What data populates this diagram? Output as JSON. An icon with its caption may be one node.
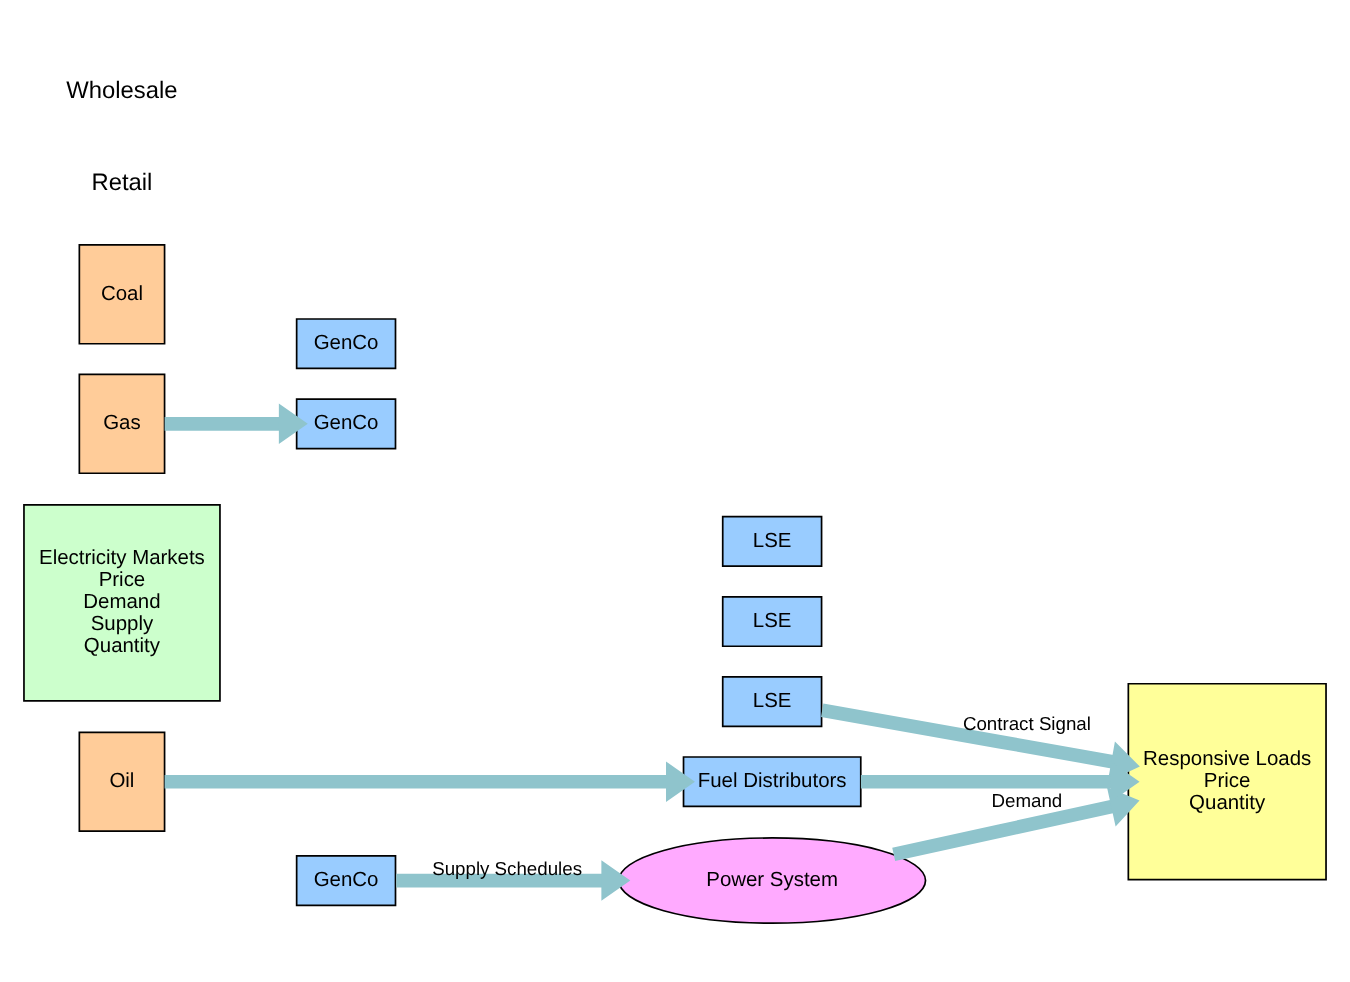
{
  "diagram": {
    "nodes": [
      {
        "text": [
          "Power System"
        ]
      },
      {
        "text": [
          "Responsive Loads",
          "Price",
          "Quantity"
        ]
      },
      {
        "text": [
          "LSE"
        ]
      },
      {
        "text": [
          "LSE"
        ]
      },
      {
        "text": [
          "LSE"
        ]
      },
      {
        "text": [
          "Electricity Markets",
          "Price",
          "Demand",
          "Supply",
          "Quantity"
        ]
      },
      {
        "text": [
          "GenCo"
        ]
      },
      {
        "text": [
          "GenCo"
        ]
      },
      {
        "text": [
          "GenCo"
        ]
      },
      {
        "text": [
          "Coal"
        ]
      },
      {
        "text": [
          "Gas"
        ]
      },
      {
        "text": [
          "Oil"
        ]
      },
      {
        "text": [
          "Fuel Distributors"
        ]
      }
    ],
    "edges": [
      {
        "from": 0,
        "to": 1,
        "arrow": "to",
        "label": "Demand"
      },
      {
        "from": 6,
        "to": 0,
        "arrow": "to",
        "label": "Supply Schedules"
      },
      {
        "from": 3,
        "to": 1,
        "arrow": "to",
        "label": "Contract Signal"
      },
      {
        "from": 10,
        "to": 7,
        "arrow": "to"
      },
      {
        "from": 11,
        "to": 12,
        "arrow": "to"
      },
      {
        "from": 12,
        "to": 1,
        "arrow": "to"
      }
    ],
    "labels": [
      "Retail",
      "Wholesale"
    ]
  }
}
